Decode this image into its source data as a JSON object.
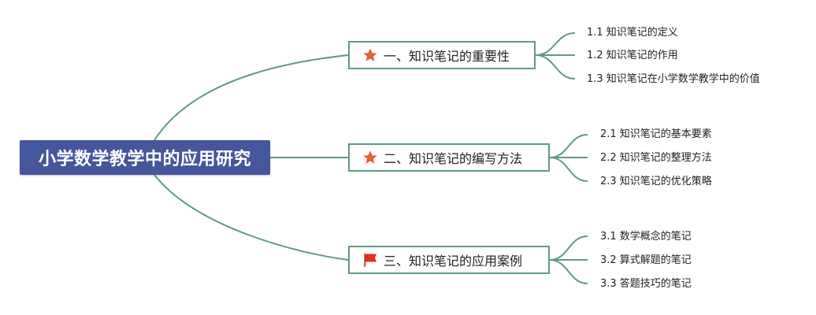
{
  "root": {
    "label": "小学数学教学中的应用研究"
  },
  "topics": [
    {
      "label": "一、知识笔记的重要性",
      "icon": "star-icon",
      "icon_color": "#e0623a",
      "subtopics": [
        "1.1 知识笔记的定义",
        "1.2 知识笔记的作用",
        "1.3 知识笔记在小学数学教学中的价值"
      ]
    },
    {
      "label": "二、知识笔记的编写方法",
      "icon": "star-icon",
      "icon_color": "#e0623a",
      "subtopics": [
        "2.1 知识笔记的基本要素",
        "2.2 知识笔记的整理方法",
        "2.3 知识笔记的优化策略"
      ]
    },
    {
      "label": "三、知识笔记的应用案例",
      "icon": "flag-icon",
      "icon_color": "#e3301f",
      "subtopics": [
        "3.1 数学概念的笔记",
        "3.2 算式解题的笔记",
        "3.3 答题技巧的笔记"
      ]
    }
  ],
  "colors": {
    "root_bg": "#45569c",
    "line": "#5f9b83",
    "text": "#222222"
  }
}
